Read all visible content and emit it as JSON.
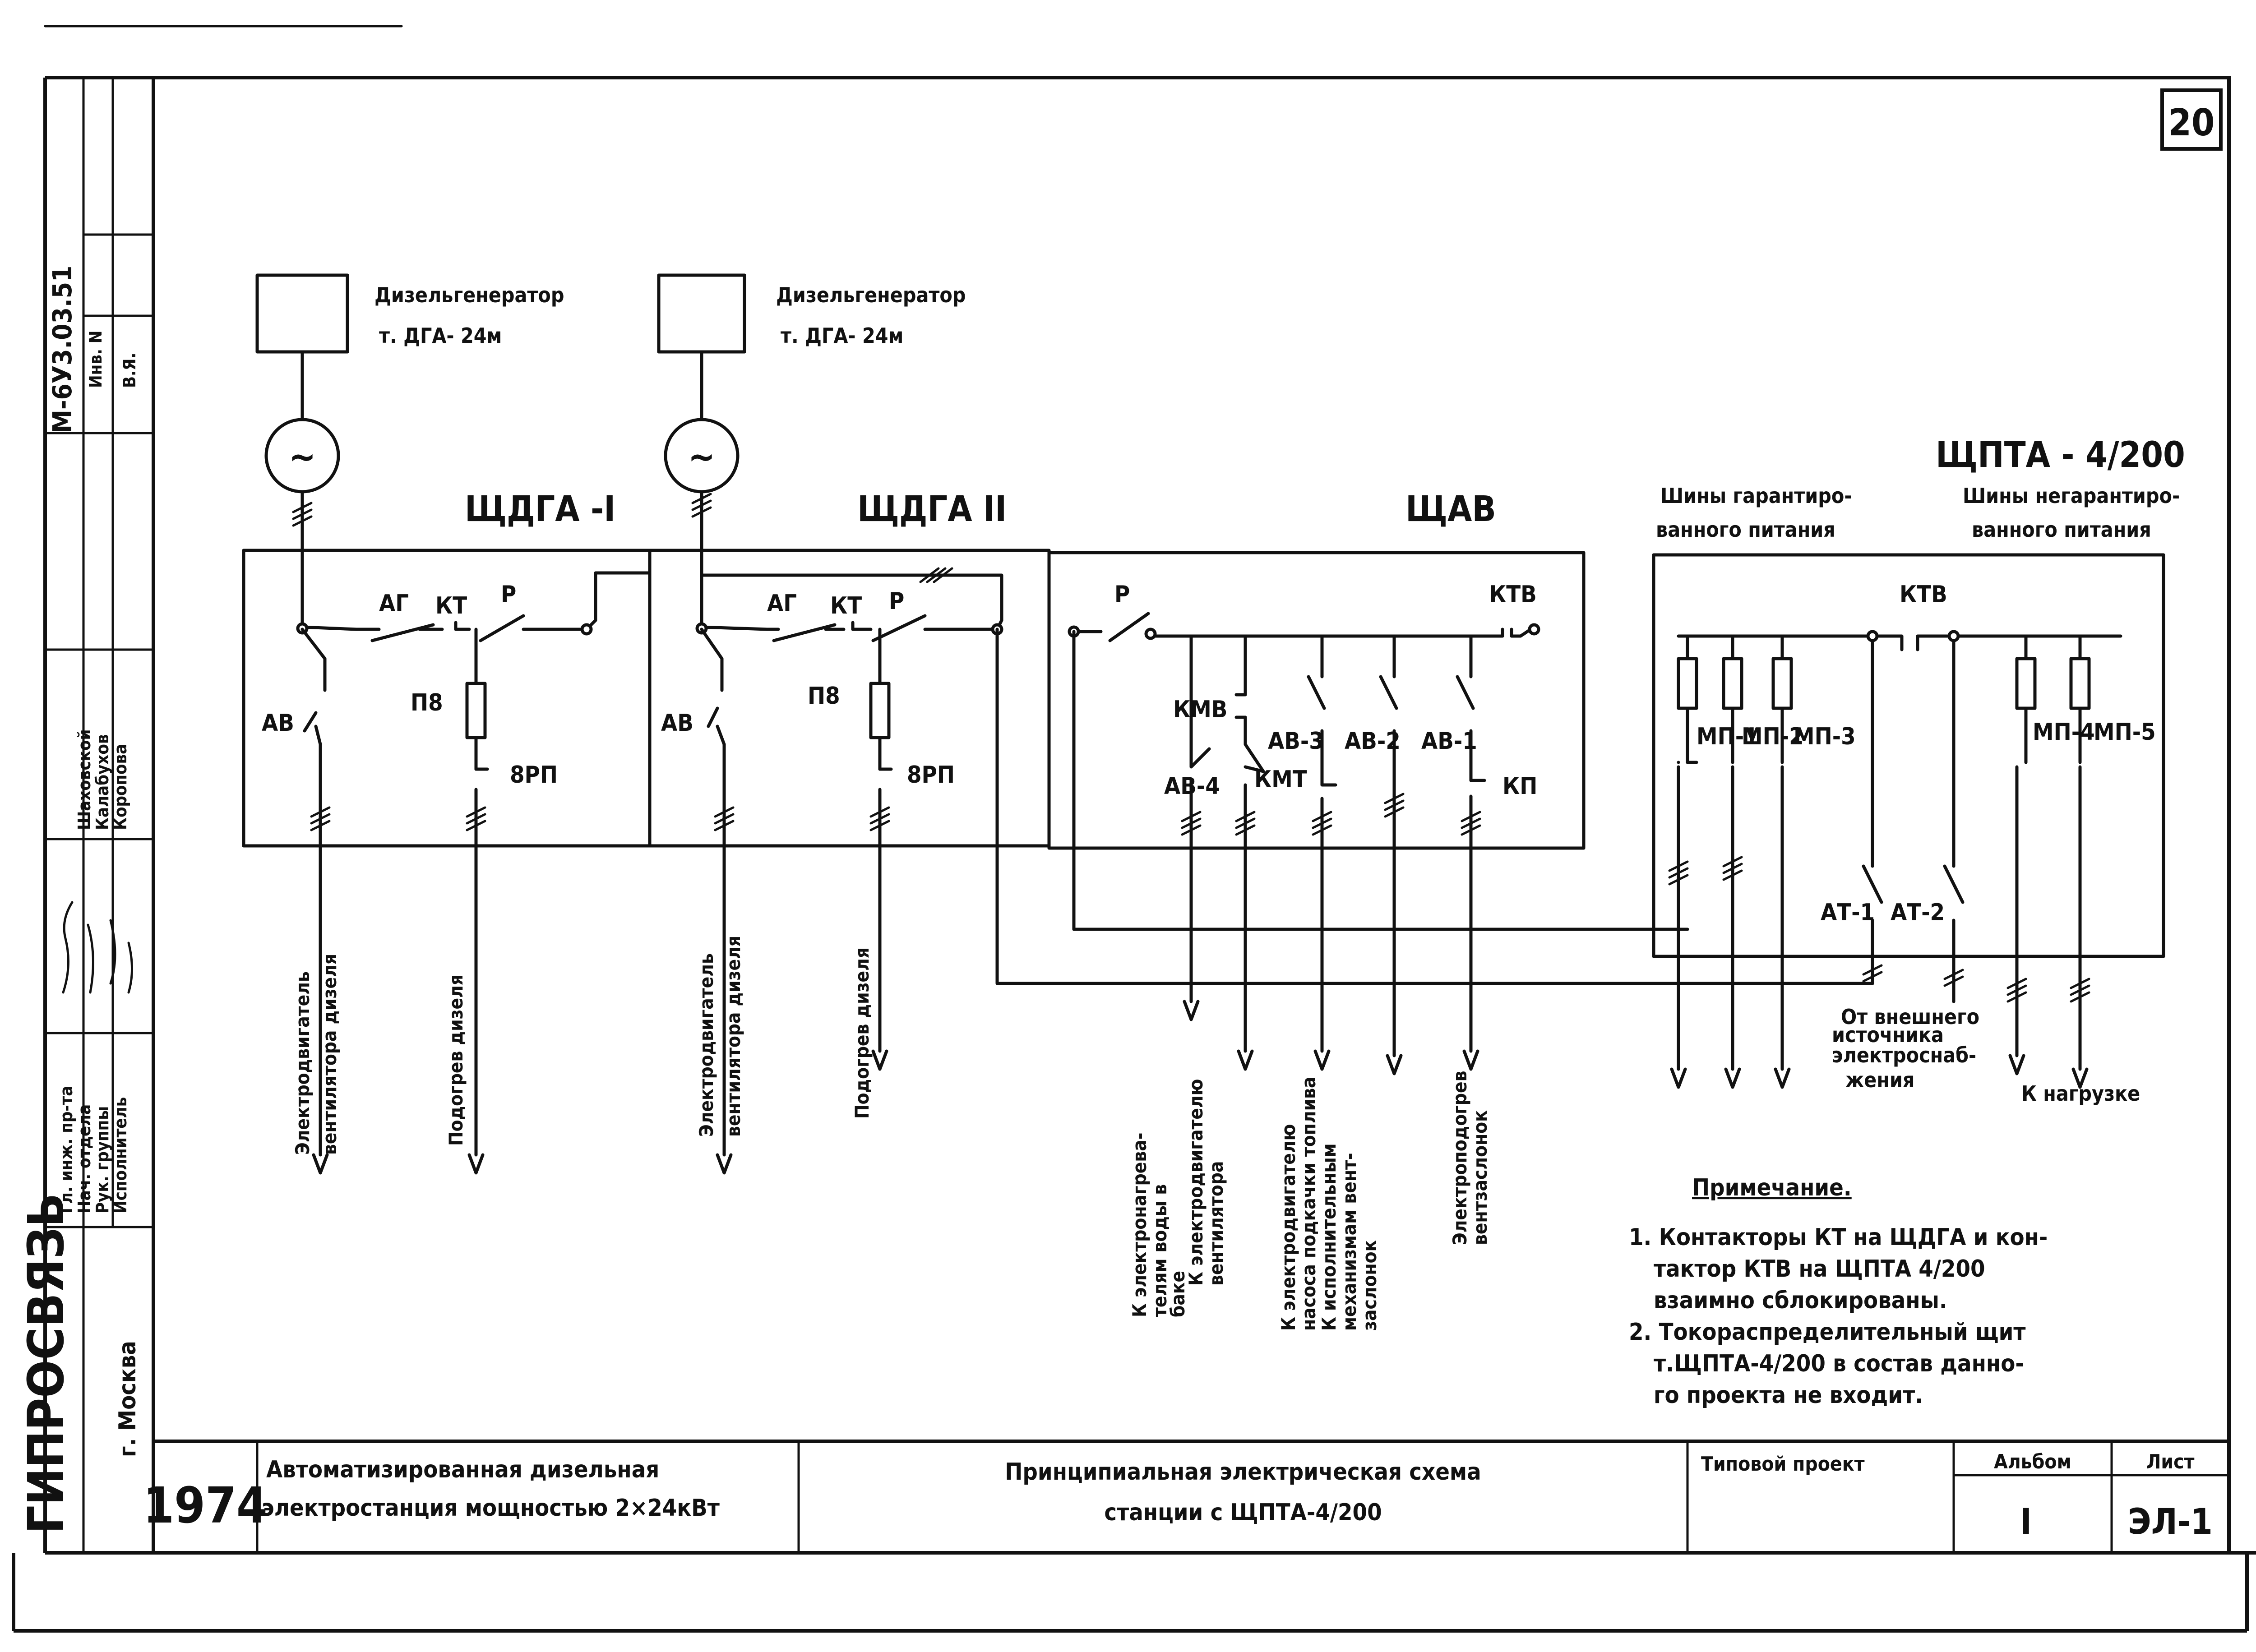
{
  "sheet": {
    "page_number": "20",
    "year": "1974",
    "organization": "ГИПРОСВЯЗЬ",
    "city": "г. Москва",
    "title_block": {
      "project_name_line1": "Автоматизированная дизельная",
      "project_name_line2": "электростанция мощностью 2×24кВт",
      "drawing_title_line1": "Принципиальная электрическая схема",
      "drawing_title_line2": "станции с ЩПТА-4/200",
      "type_label": "Типовой проект",
      "album_label": "Альбом",
      "album_value": "I",
      "sheet_label": "Лист",
      "sheet_value": "ЭЛ-1"
    },
    "side_stamp": {
      "inventory_no": "М-6У3.03.51",
      "inv_label": "Инв. N",
      "inv_label2": "В.Я.",
      "roles": [
        "Гл. инж. пр-та",
        "Нач. отдела",
        "Рук. группы",
        "Исполнитель"
      ],
      "names": [
        "Шаховской",
        "Калабухов",
        "Коропова"
      ]
    }
  },
  "diagram": {
    "generator1_label_1": "Дизельгенератор",
    "generator1_label_2": "т. ДГА - 24м",
    "generator2_label_1": "Дизельгенератор",
    "generator2_label_2": "т. ДГА- 24м",
    "gen_symbol": "~",
    "panel1_title": "ЩДГА -I",
    "panel2_title": "ЩДГА II",
    "panel3_title": "ЩАВ",
    "panel4_title": "ЩПТА - 4/200",
    "bus_guaranteed_1": "Шины гарантиро-",
    "bus_guaranteed_2": "ванного питания",
    "bus_nonguaranteed_1": "Шины негарантиро-",
    "bus_nonguaranteed_2": "ванного питания",
    "p1": {
      "ag": "АГ",
      "kt": "КТ",
      "r": "Р",
      "pv": "П8",
      "av": "АВ",
      "vrp": "8РП"
    },
    "p2": {
      "ag": "АГ",
      "kt": "КТ",
      "r": "Р",
      "pv": "П8",
      "av": "АВ",
      "vrp": "8РП"
    },
    "p3": {
      "r": "Р",
      "ktv": "КТВ",
      "kmv": "КМВ",
      "av4": "АВ-4",
      "kmt": "КМТ",
      "av3": "АВ-3",
      "av2": "АВ-2",
      "av1": "АВ-1",
      "kp": "КП"
    },
    "p4": {
      "ktv": "КТВ",
      "mp1": "МП-1",
      "mp2": "МП-2",
      "mp3": "МП-3",
      "mp4": "МП-4",
      "mp5": "МП-5",
      "at1": "АТ-1",
      "at2": "АТ-2"
    },
    "feeders": [
      {
        "line1": "Электродвигатель",
        "line2": "вентилятора дизеля"
      },
      {
        "line1": "Подогрев дизеля",
        "line2": ""
      },
      {
        "line1": "Электродвигатель",
        "line2": "вентилятора дизеля"
      },
      {
        "line1": "Подогрев дизеля",
        "line2": ""
      },
      {
        "line1": "К электронагрева-",
        "line2": "телям воды в",
        "line3": "баке"
      },
      {
        "line1": "К электродвигателю",
        "line2": "вентилятора"
      },
      {
        "line1": "К электродвигателю",
        "line2": "насоса подкачки топлива"
      },
      {
        "line1": "К исполнительным",
        "line2": "механизмам вент-",
        "line3": "заслонок"
      },
      {
        "line1": "Электроподогрев",
        "line2": "вентзаслонок"
      }
    ],
    "external_source_1": "От внешнего",
    "external_source_2": "источника",
    "external_source_3": "электроснаб-",
    "external_source_4": "жения",
    "to_load": "К нагрузке"
  },
  "notes": {
    "title": "Примечание.",
    "items": [
      "1. Контакторы КТ на ЩДГА и кон-",
      "тактор КТВ на ЩПТА 4/200",
      "взаимно сблокированы.",
      "2. Токораспределительный щит",
      "т.ЩПТА-4/200 в состав данно-",
      "го проекта не входит."
    ]
  }
}
